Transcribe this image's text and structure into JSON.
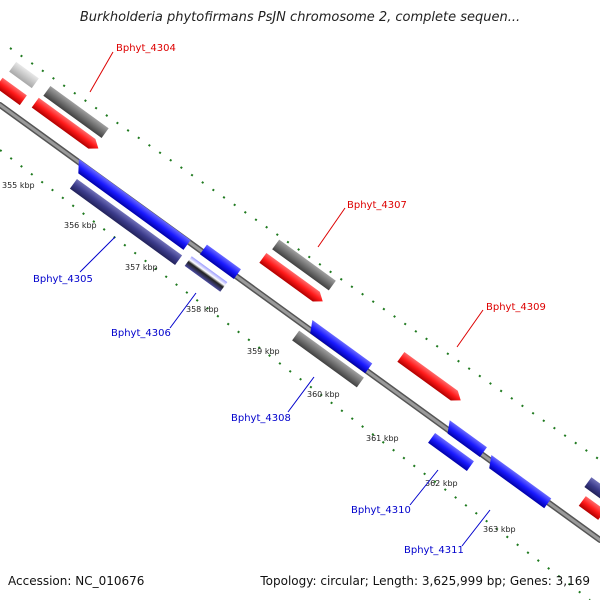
{
  "title": "Burkholderia phytofirmans PsJN chromosome 2, complete sequen...",
  "footer": {
    "accession": "Accession: NC_010676",
    "summary": "Topology: circular; Length: 3,625,999 bp; Genes: 3,169"
  },
  "colors": {
    "forward_gene": "#ff1a1a",
    "reverse_gene": "#1a1aff",
    "pseudo_gene": "#6e6e6e",
    "dark_reverse": "#3c3c8c",
    "backbone": "#8a8a8a",
    "tick": "#1f7a1f",
    "label_forward": "#dd0000",
    "label_reverse": "#0000cc"
  },
  "ticks": [
    "355 kbp",
    "356 kbp",
    "357 kbp",
    "358 kbp",
    "359 kbp",
    "360 kbp",
    "361 kbp",
    "362 kbp",
    "363 kbp"
  ],
  "gene_labels": [
    {
      "text": "Bphyt_4304",
      "strand": "forward"
    },
    {
      "text": "Bphyt_4305",
      "strand": "reverse"
    },
    {
      "text": "Bphyt_4306",
      "strand": "reverse"
    },
    {
      "text": "Bphyt_4307",
      "strand": "forward"
    },
    {
      "text": "Bphyt_4308",
      "strand": "reverse"
    },
    {
      "text": "Bphyt_4309",
      "strand": "forward"
    },
    {
      "text": "Bphyt_4310",
      "strand": "reverse"
    },
    {
      "text": "Bphyt_4311",
      "strand": "reverse"
    }
  ]
}
